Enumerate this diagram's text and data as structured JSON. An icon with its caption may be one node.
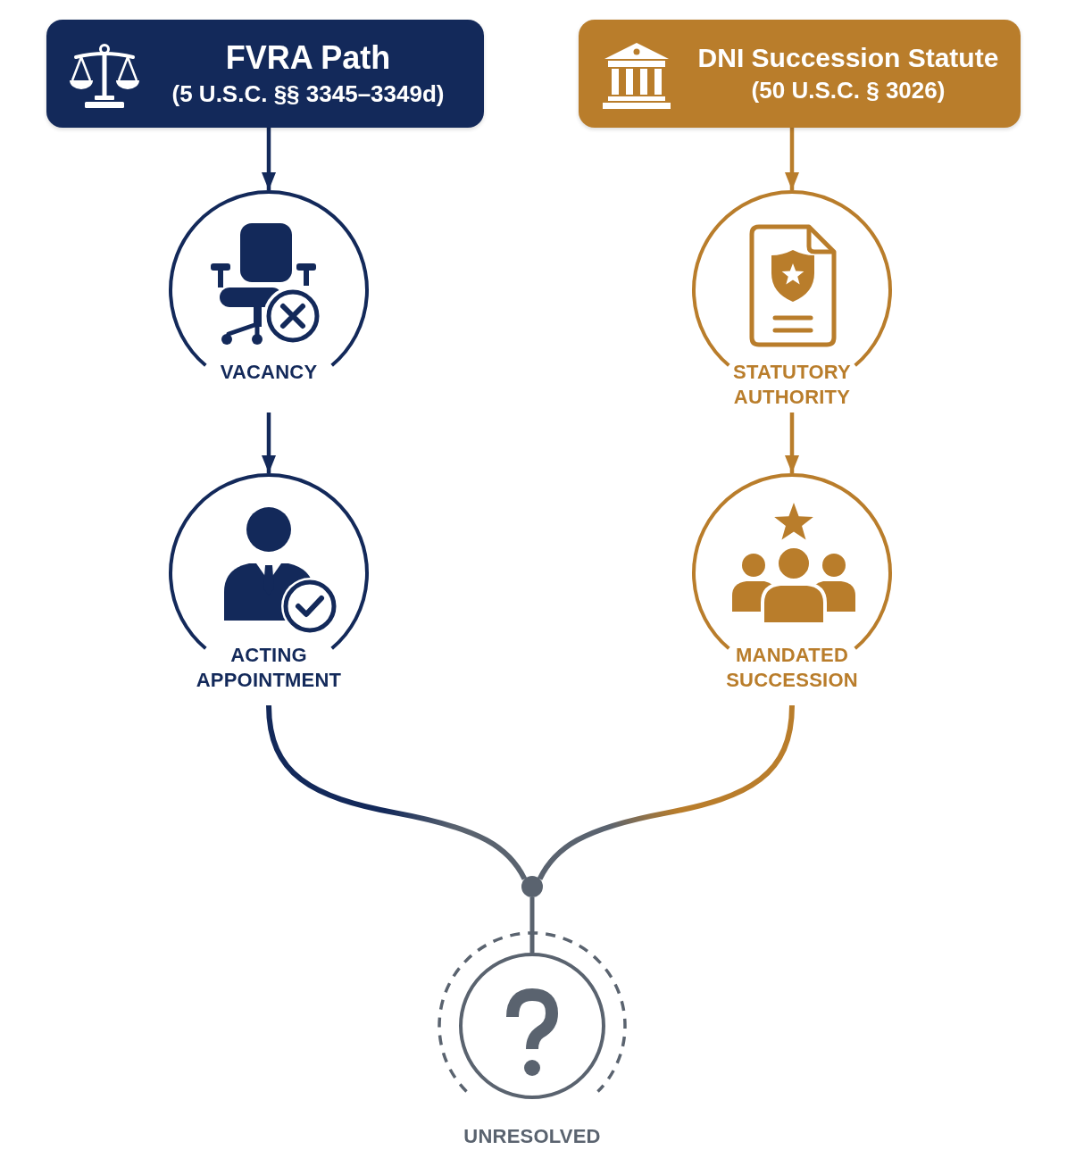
{
  "diagram": {
    "nodes": [
      {
        "text": [
          "FVRA Path",
          "(5 U.S.C. §§ 3345–3349d)"
        ]
      },
      {
        "text": [
          "DNI Succession Statute",
          "(50 U.S.C. § 3026)"
        ]
      },
      {
        "text": [
          "VACANCY"
        ]
      },
      {
        "text": [
          "STATUTORY AUTHORITY"
        ]
      },
      {
        "text": [
          "ACTING APPOINTMENT"
        ]
      },
      {
        "text": [
          "MANDATED SUCCESSION"
        ]
      },
      {
        "text": [],
        "shape": "circle"
      },
      {
        "text": [
          "UNRESOLVED"
        ]
      }
    ],
    "edges": [
      {
        "from": 0,
        "to": 2,
        "arrow": "to",
        "color": "#13295a"
      },
      {
        "from": 1,
        "to": 3,
        "arrow": "to",
        "color": "#b97d2b"
      },
      {
        "from": 2,
        "to": 4,
        "arrow": "to",
        "color": "#13295a"
      },
      {
        "from": 3,
        "to": 5,
        "arrow": "to",
        "color": "#b97d2b"
      },
      {
        "from": 4,
        "to": 6,
        "arrow": "none",
        "color": "#13295a"
      },
      {
        "from": 5,
        "to": 6,
        "arrow": "none",
        "color": "#b97d2b"
      },
      {
        "from": 6,
        "to": 7,
        "arrow": "none",
        "color": "#5a636f"
      }
    ]
  }
}
